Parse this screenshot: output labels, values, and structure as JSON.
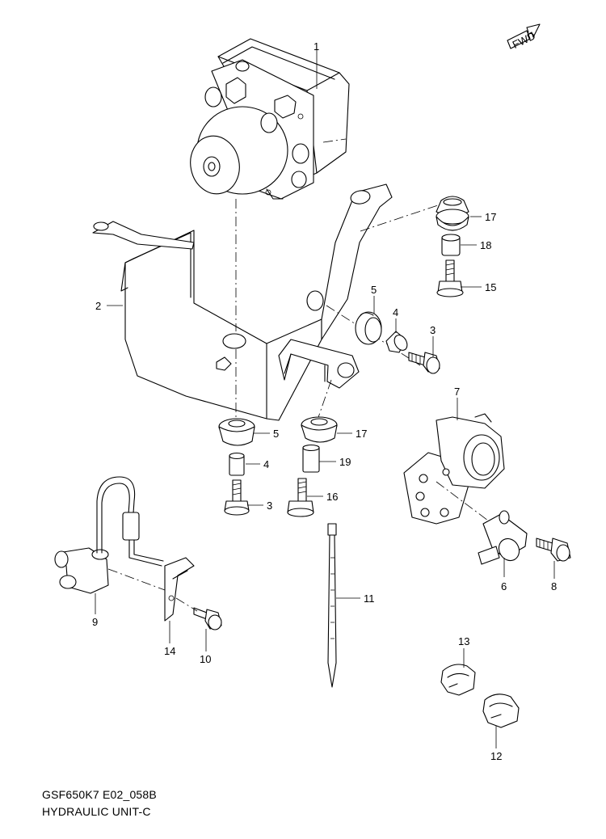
{
  "fwd_badge": "FWD",
  "callouts": {
    "c1": "1",
    "c2": "2",
    "c3a": "3",
    "c3b": "3",
    "c4a": "4",
    "c4b": "4",
    "c5a": "5",
    "c5b": "5",
    "c6": "6",
    "c7": "7",
    "c8": "8",
    "c9": "9",
    "c10": "10",
    "c11": "11",
    "c12": "12",
    "c13": "13",
    "c14": "14",
    "c15": "15",
    "c16": "16",
    "c17a": "17",
    "c17b": "17",
    "c18": "18",
    "c19": "19"
  },
  "caption": {
    "code": "GSF650K7 E02_058B",
    "title": "HYDRAULIC UNIT-C"
  }
}
